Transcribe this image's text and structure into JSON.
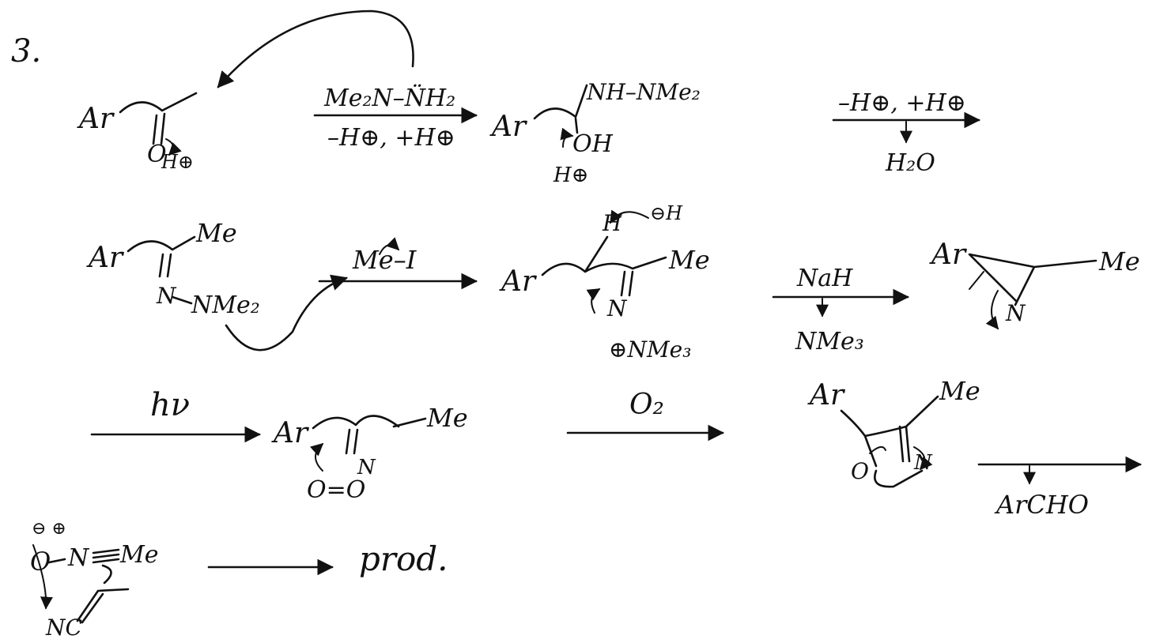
{
  "problem_number": "3.",
  "step1": {
    "reactant_ar": "Ar",
    "reactant_o": "O",
    "reactant_h": "H⊕",
    "reagent_top": "Me₂N–N̈H₂",
    "reagent_bottom": "–H⊕, +H⊕",
    "intermediate_ar": "Ar",
    "intermediate_nh": "NH–NMe₂",
    "intermediate_oh": "OH",
    "intermediate_h": "H⊕",
    "arrow2_top": "–H⊕, +H⊕",
    "arrow2_bottom": "H₂O"
  },
  "step2": {
    "hydrazone_ar": "Ar",
    "hydrazone_me": "Me",
    "hydrazone_n": "N",
    "hydrazone_nme2": "NMe₂",
    "reagent_mei": "Me–I",
    "salt_ar": "Ar",
    "salt_h": "H",
    "salt_oh": "⊖H",
    "salt_me": "Me",
    "salt_n": "N",
    "salt_nme3": "⊕NMe₃",
    "base_top": "NaH",
    "base_bottom": "NMe₃",
    "azirine_ar": "Ar",
    "azirine_n": "N",
    "azirine_me": "Me"
  },
  "step3": {
    "hv_label": "hν",
    "ylide_ar": "Ar",
    "ylide_me": "Me",
    "ylide_o2": "O=O",
    "ylide_n": "N",
    "o2_label": "O₂",
    "cycle_ar": "Ar",
    "cycle_me": "Me",
    "cycle_o": "O",
    "cycle_n": "N",
    "arrow_bottom": "ArCHO"
  },
  "step4": {
    "nitrile_oxide_o": "O",
    "nitrile_oxide_charges": "⊖   ⊕",
    "nitrile_oxide_n": "N",
    "nitrile_oxide_me": "Me",
    "nitrile_nc": "NC",
    "product_label": "prod."
  }
}
